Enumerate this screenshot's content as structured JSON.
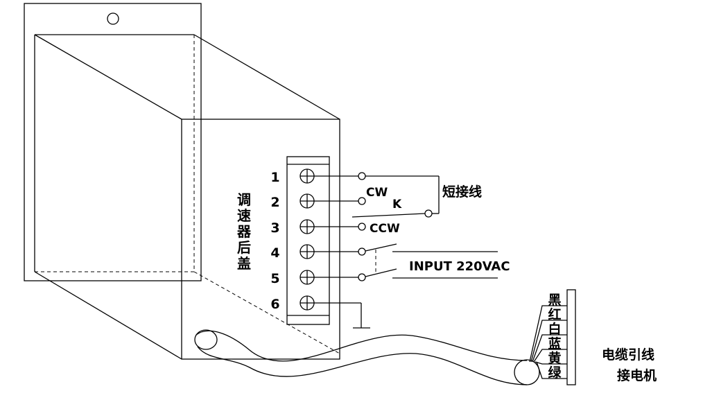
{
  "cover_label": [
    "调",
    "速",
    "器",
    "后",
    "盖"
  ],
  "terminals": [
    "1",
    "2",
    "3",
    "4",
    "5",
    "6"
  ],
  "labels": {
    "cw": "CW",
    "k": "K",
    "ccw": "CCW",
    "jumper": "短接线",
    "input": "INPUT 220VAC",
    "cable_line1": "电缆引线",
    "cable_line2": "接电机"
  },
  "wire_colors": [
    "黑",
    "红",
    "白",
    "蓝",
    "黄",
    "绿"
  ]
}
